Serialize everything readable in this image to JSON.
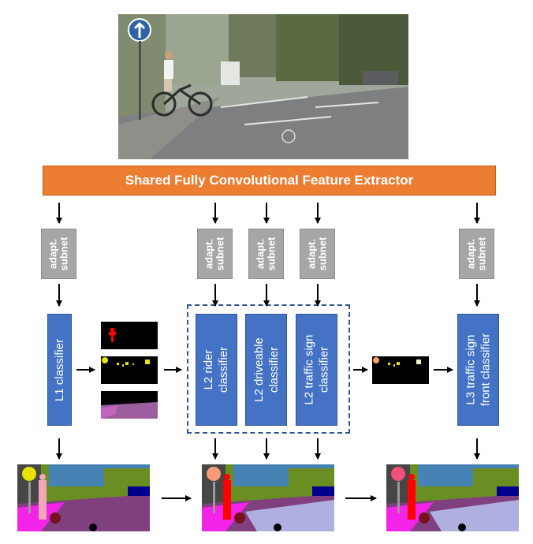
{
  "extractor": {
    "label": "Shared Fully Convolutional Feature Extractor"
  },
  "subnets": [
    {
      "line1": "adapt.",
      "line2": "subnet"
    },
    {
      "line1": "adapt.",
      "line2": "subnet"
    },
    {
      "line1": "adapt.",
      "line2": "subnet"
    },
    {
      "line1": "adapt.",
      "line2": "subnet"
    },
    {
      "line1": "adapt.",
      "line2": "subnet"
    }
  ],
  "classifiers": {
    "l1": {
      "line1": "L1 classifier"
    },
    "l2_rider": {
      "line1": "L2 rider",
      "line2": "classifier"
    },
    "l2_driv": {
      "line1": "L2 driveable",
      "line2": "classifier"
    },
    "l2_sign": {
      "line1": "L2 traffic sign",
      "line2": "classifier"
    },
    "l3": {
      "line1": "L3 traffic sign",
      "line2": "front classifier"
    }
  },
  "colors": {
    "extractor": "#ed7d31",
    "subnet": "#a6a6a6",
    "classifier": "#4472c4",
    "dashed_group": "#2f5597"
  }
}
